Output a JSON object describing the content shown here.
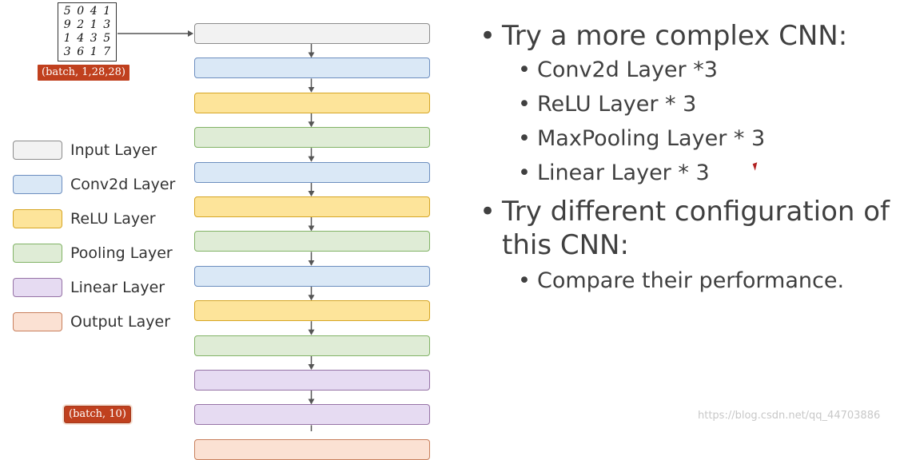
{
  "diagram": {
    "input_digits": [
      [
        "5",
        "0",
        "4",
        "1"
      ],
      [
        "9",
        "2",
        "1",
        "3"
      ],
      [
        "1",
        "4",
        "3",
        "5"
      ],
      [
        "3",
        "6",
        "1",
        "7"
      ]
    ],
    "input_shape": "(batch, 1,28,28)",
    "output_shape": "(batch, 10)",
    "layer_sequence": [
      "input",
      "conv",
      "relu",
      "pool",
      "conv",
      "relu",
      "pool",
      "conv",
      "relu",
      "pool",
      "linear",
      "linear"
    ],
    "colors": {
      "input": {
        "fill": "#f2f2f2",
        "border": "#8c8c8c"
      },
      "conv": {
        "fill": "#dae8f6",
        "border": "#6c8ebf"
      },
      "relu": {
        "fill": "#fde49a",
        "border": "#d6a625"
      },
      "pool": {
        "fill": "#dfecd6",
        "border": "#82b366"
      },
      "linear": {
        "fill": "#e6dbf2",
        "border": "#9673a6"
      },
      "output": {
        "fill": "#fbe1d3",
        "border": "#c87f5c"
      },
      "arrow": "#555555",
      "shape_label_bg": "#c0401e"
    }
  },
  "legend": [
    {
      "key": "input",
      "label": "Input Layer"
    },
    {
      "key": "conv",
      "label": "Conv2d Layer"
    },
    {
      "key": "relu",
      "label": "ReLU Layer"
    },
    {
      "key": "pool",
      "label": "Pooling Layer"
    },
    {
      "key": "linear",
      "label": "Linear Layer"
    },
    {
      "key": "output",
      "label": "Output Layer"
    }
  ],
  "bullets": {
    "main1": "Try a more complex CNN:",
    "sub1": [
      "Conv2d Layer *3",
      "ReLU Layer * 3",
      "MaxPooling Layer * 3",
      "Linear Layer * 3"
    ],
    "main2": "Try different configuration of this CNN:",
    "sub2": [
      "Compare their performance."
    ]
  },
  "watermark": "https://blog.csdn.net/qq_44703886"
}
